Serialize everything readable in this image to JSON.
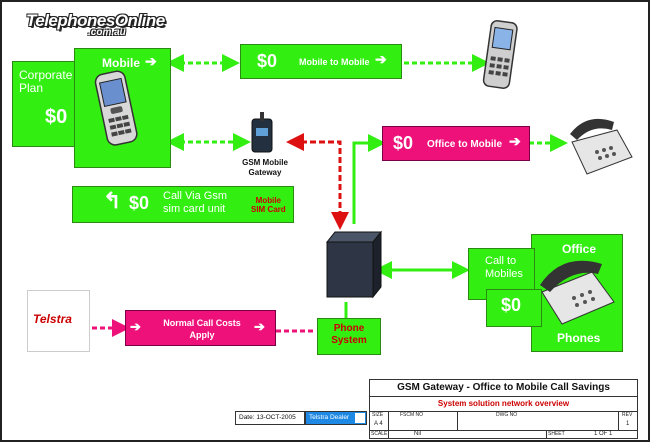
{
  "logo": {
    "name": "TelephonesOnline",
    "domain": ".com.au"
  },
  "corporate_plan": {
    "title": "Corporate\nPlan",
    "price": "$0"
  },
  "mobile_box": {
    "label": "Mobile"
  },
  "mobile_to_mobile": {
    "price": "$0",
    "label": "Mobile to Mobile"
  },
  "gsm_gateway": {
    "label": "GSM Mobile\nGateway"
  },
  "office_to_mobile": {
    "price": "$0",
    "label": "Office to Mobile"
  },
  "call_via_gsm": {
    "price": "$0",
    "label": "Call Via Gsm\nsim card unit",
    "sim_label": "Mobile\nSIM Card"
  },
  "call_to_mobiles": {
    "label": "Call to\nMobiles",
    "price": "$0"
  },
  "office_box": {
    "top": "Office",
    "bottom": "Phones"
  },
  "telstra": {
    "name": "Telstra"
  },
  "normal_call_costs": {
    "label": "Normal Call Costs\nApply"
  },
  "phone_system": {
    "label": "Phone\nSystem"
  },
  "title_block": {
    "date": "Date: 13-OCT-2005",
    "dealer": "Telstra Dealer",
    "main_title": "GSM Gateway - Office to Mobile Call Savings",
    "subtitle": "System solution network overview",
    "size_label": "SIZE",
    "size_value": "A 4",
    "fscm_label": "FSCM NO",
    "dwg_label": "DWG NO",
    "rev_label": "REV",
    "rev_value": "1",
    "scale_label": "SCALE",
    "scale_value": "Nil",
    "sheet_label": "SHEET",
    "sheet_value": "1 OF 1"
  },
  "colors": {
    "green": "#33ee11",
    "magenta": "#ee117a",
    "arrow_green": "#33ee11",
    "arrow_red": "#dd1111"
  }
}
